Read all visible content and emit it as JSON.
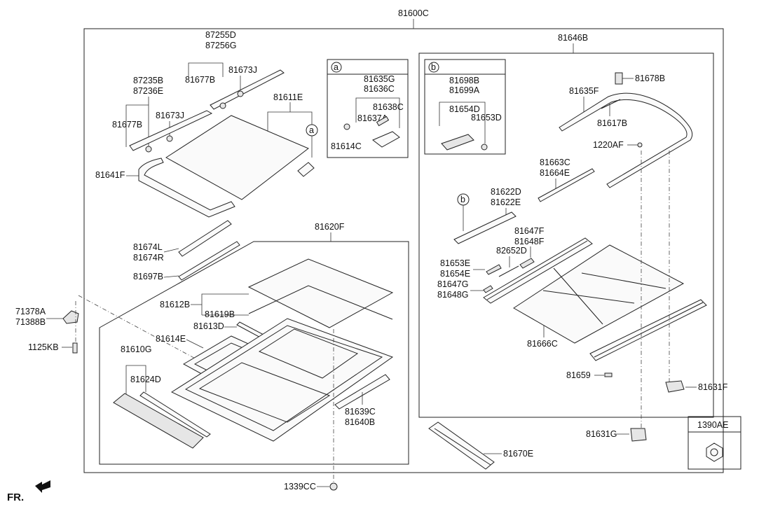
{
  "root_label": "81600C",
  "right_group_label": "81646B",
  "inset_a": {
    "marker": "a",
    "labels": [
      "81635G",
      "81636C",
      "81638C",
      "81637A",
      "81614C"
    ]
  },
  "inset_b": {
    "marker": "b",
    "labels": [
      "81698B",
      "81699A",
      "81654D",
      "81653D"
    ]
  },
  "frame_group_label": "81620F",
  "callouts": {
    "c87255D": "87255D",
    "c87256G": "87256G",
    "c81677B_top": "81677B",
    "c81673J_top": "81673J",
    "c87235B": "87235B",
    "c87236E": "87236E",
    "c81677B_left": "81677B",
    "c81673J_left": "81673J",
    "c81611E": "81611E",
    "marker_a": "a",
    "c81641F": "81641F",
    "c81674L": "81674L",
    "c81674R": "81674R",
    "c81697B": "81697B",
    "c71378A": "71378A",
    "c71388B": "71388B",
    "c1125KB": "1125KB",
    "c81612B": "81612B",
    "c81619B": "81619B",
    "c81613D": "81613D",
    "c81614E": "81614E",
    "c81610G": "81610G",
    "c81624D": "81624D",
    "c81639C": "81639C",
    "c81640B": "81640B",
    "c1339CC": "1339CC",
    "c81678B": "81678B",
    "c81635F": "81635F",
    "c81617B": "81617B",
    "c1220AF": "1220AF",
    "c81663C": "81663C",
    "c81664E": "81664E",
    "marker_b": "b",
    "c81622D": "81622D",
    "c81622E": "81622E",
    "c81647F": "81647F",
    "c81648F": "81648F",
    "c82652D": "82652D",
    "c81653E": "81653E",
    "c81654E": "81654E",
    "c81647G": "81647G",
    "c81648G": "81648G",
    "c81666C": "81666C",
    "c81659": "81659",
    "c81631F": "81631F",
    "c81631G": "81631G",
    "c81670E": "81670E",
    "c1390AE": "1390AE"
  },
  "direction_label": "FR."
}
